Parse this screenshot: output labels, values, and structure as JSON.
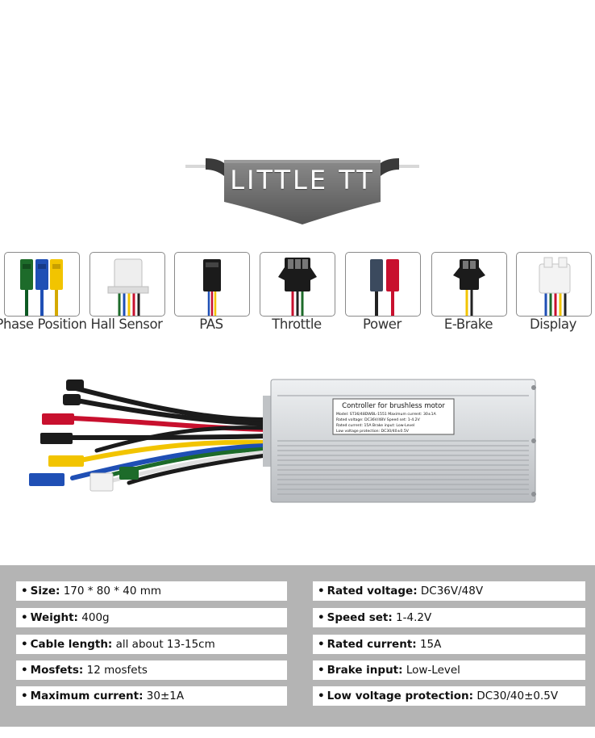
{
  "banner": {
    "title": "LITTLE TT"
  },
  "connectors": [
    {
      "label": "Phase Position",
      "icon": "phase-connector-icon"
    },
    {
      "label": "Hall Sensor",
      "icon": "hall-connector-icon"
    },
    {
      "label": "PAS",
      "icon": "pas-connector-icon"
    },
    {
      "label": "Throttle",
      "icon": "throttle-connector-icon"
    },
    {
      "label": "Power",
      "icon": "power-connector-icon"
    },
    {
      "label": "E-Brake",
      "icon": "ebrake-connector-icon"
    },
    {
      "label": "Display",
      "icon": "display-connector-icon"
    }
  ],
  "controller": {
    "sticker": {
      "title": "Controller for brushless motor",
      "lines": [
        "Model: ST36/48DWBL-1551 Maximum current: 30±1A",
        "Rated voltage: DC36V/48V Speed set: 1-4.2V",
        "Rated current: 15A Brake input: Low-Level",
        "Low voltage protection: DC30/40±0.5V"
      ]
    }
  },
  "specs": {
    "bullet": "•",
    "left": [
      {
        "key": "Size:",
        "value": " 170 * 80 * 40 mm"
      },
      {
        "key": "Weight:",
        "value": " 400g"
      },
      {
        "key": "Cable length:",
        "value": " all about 13-15cm"
      },
      {
        "key": "Mosfets:",
        "value": " 12 mosfets"
      },
      {
        "key": "Maximum current:",
        "value": " 30±1A"
      }
    ],
    "right": [
      {
        "key": "Rated voltage:",
        "value": " DC36V/48V"
      },
      {
        "key": "Speed set:",
        "value": " 1-4.2V"
      },
      {
        "key": "Rated current:",
        "value": " 15A"
      },
      {
        "key": "Brake input:",
        "value": " Low-Level"
      },
      {
        "key": "Low voltage protection:",
        "value": " DC30/40±0.5V"
      }
    ]
  },
  "colors": {
    "banner": "#6b6b6b",
    "specs_panel": "#b4b4b4",
    "aluminum": "#d9dcdf",
    "red": "#c8102e",
    "blue": "#1f4fb5",
    "yellow": "#f2c400",
    "green": "#1d6b2a"
  }
}
